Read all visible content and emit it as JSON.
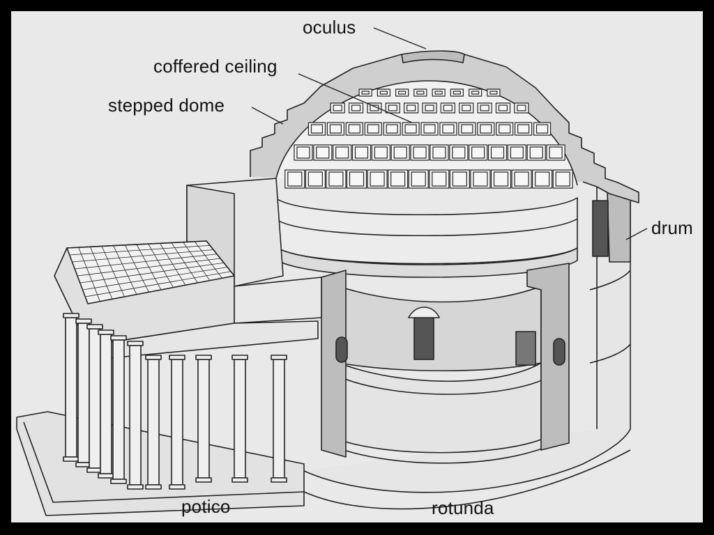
{
  "labels": {
    "oculus": "oculus",
    "coffered_ceiling": "coffered ceiling",
    "stepped_dome": "stepped dome",
    "drum": "drum",
    "portico": "potico",
    "rotunda": "rotunda"
  },
  "colors": {
    "background": "#e9e9e9",
    "frame": "#000000",
    "line": "#222222",
    "section_fill": "#bdbdbd",
    "dark_fill": "#555555"
  }
}
